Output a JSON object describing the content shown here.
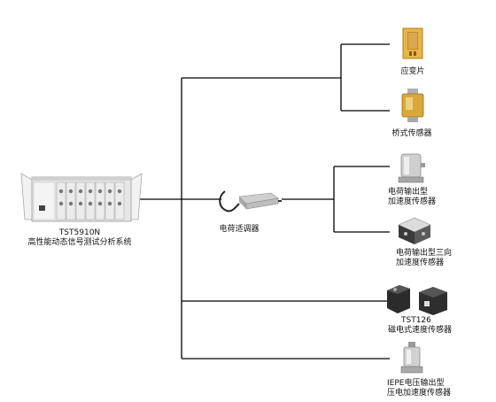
{
  "main_unit": {
    "model": "TST5910N",
    "description": "高性能动态信号测试分析系统"
  },
  "conditioner": {
    "label": "电荷适调器"
  },
  "sensors": [
    {
      "id": "strain-gauge",
      "lines": [
        "应变片"
      ]
    },
    {
      "id": "bridge-sensor",
      "lines": [
        "桥式传感器"
      ]
    },
    {
      "id": "charge-accel",
      "lines": [
        "电荷输出型",
        "加速度传感器"
      ]
    },
    {
      "id": "charge-triaxial",
      "lines": [
        "电荷输出型三向",
        "加速度传感器"
      ]
    },
    {
      "id": "magnetoelectric",
      "lines": [
        "TST126",
        "磁电式速度传感器"
      ]
    },
    {
      "id": "iepe-accel",
      "lines": [
        "IEPE电压输出型",
        "压电加速度传感器"
      ]
    }
  ],
  "colors": {
    "wire": "#000000",
    "gold": "#d4a437",
    "device_body": "#e6e6e6"
  }
}
